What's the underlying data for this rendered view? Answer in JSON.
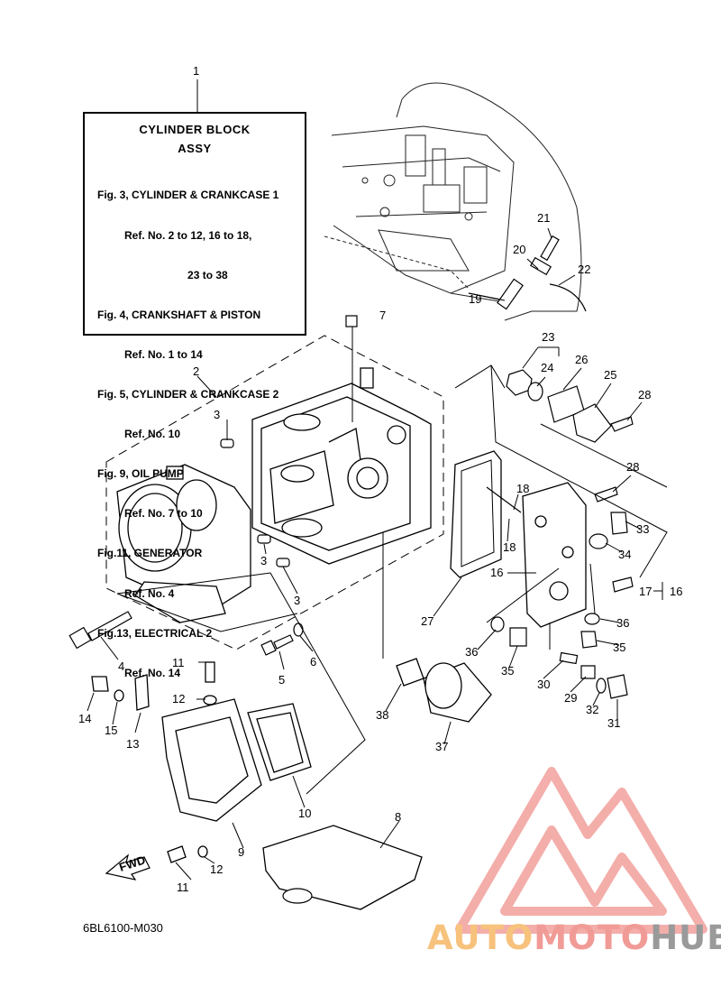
{
  "ref_box": {
    "title1": "CYLINDER BLOCK",
    "title2": "ASSY",
    "lines": [
      "Fig. 3, CYLINDER & CRANKCASE 1",
      "         Ref. No. 2 to 12, 16 to 18,",
      "                              23 to 38",
      "Fig. 4, CRANKSHAFT & PISTON",
      "         Ref. No. 1 to 14",
      "Fig. 5, CYLINDER & CRANKCASE 2",
      "         Ref. No. 10",
      "Fig. 9, OIL PUMP",
      "         Ref. No. 7 to 10",
      "Fig.11, GENERATOR",
      "         Ref. No. 4",
      "Fig.13, ELECTRICAL 2",
      "         Ref. No. 14"
    ]
  },
  "callouts": [
    "1",
    "2",
    "3",
    "3",
    "3",
    "4",
    "5",
    "6",
    "7",
    "8",
    "9",
    "10",
    "11",
    "11",
    "12",
    "12",
    "13",
    "14",
    "15",
    "16",
    "16",
    "17",
    "18",
    "18",
    "19",
    "20",
    "21",
    "22",
    "23",
    "24",
    "25",
    "26",
    "27",
    "28",
    "28",
    "29",
    "30",
    "31",
    "32",
    "33",
    "34",
    "35",
    "35",
    "36",
    "36",
    "37",
    "38"
  ],
  "fwd_label": "FWD",
  "diagram_code": "6BL6100-M030",
  "watermark": {
    "part1": "AUTO",
    "part2": "MOTO",
    "part3": "HUB"
  },
  "colors": {
    "line": "#000000",
    "watermark_triangle": "#f2a09c",
    "watermark_auto": "#f7c27c",
    "watermark_moto": "#f19b97",
    "watermark_hub": "#9a9a9a"
  }
}
